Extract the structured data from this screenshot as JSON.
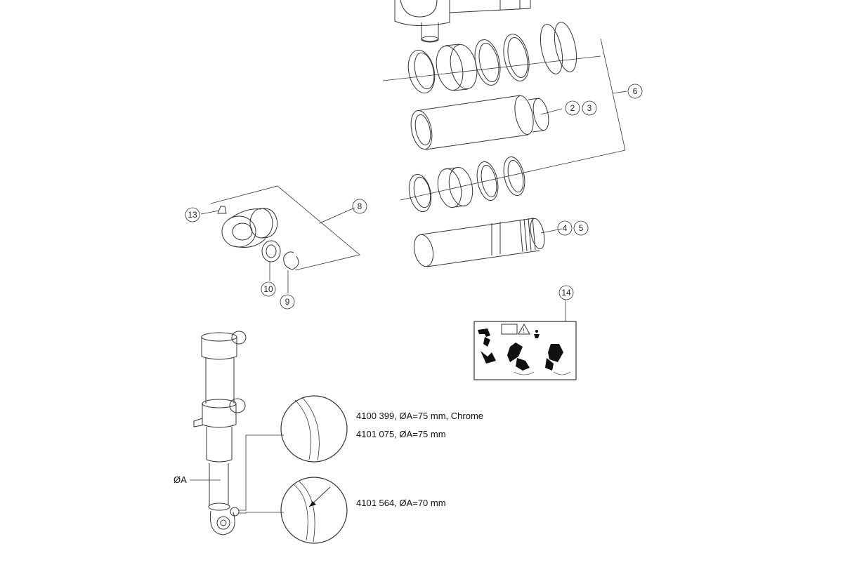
{
  "callouts": {
    "c2": "2",
    "c3": "3",
    "c4": "4",
    "c5": "5",
    "c6": "6",
    "c8": "8",
    "c9": "9",
    "c10": "10",
    "c13": "13",
    "c14": "14"
  },
  "dimension_label": "ØA",
  "variants": [
    {
      "text": "4100 399, ØA=75 mm, Chrome"
    },
    {
      "text": "4101 075, ØA=75 mm"
    },
    {
      "text": "4101 564, ØA=70 mm"
    }
  ],
  "colors": {
    "line": "#333333",
    "ink": "#111111"
  }
}
